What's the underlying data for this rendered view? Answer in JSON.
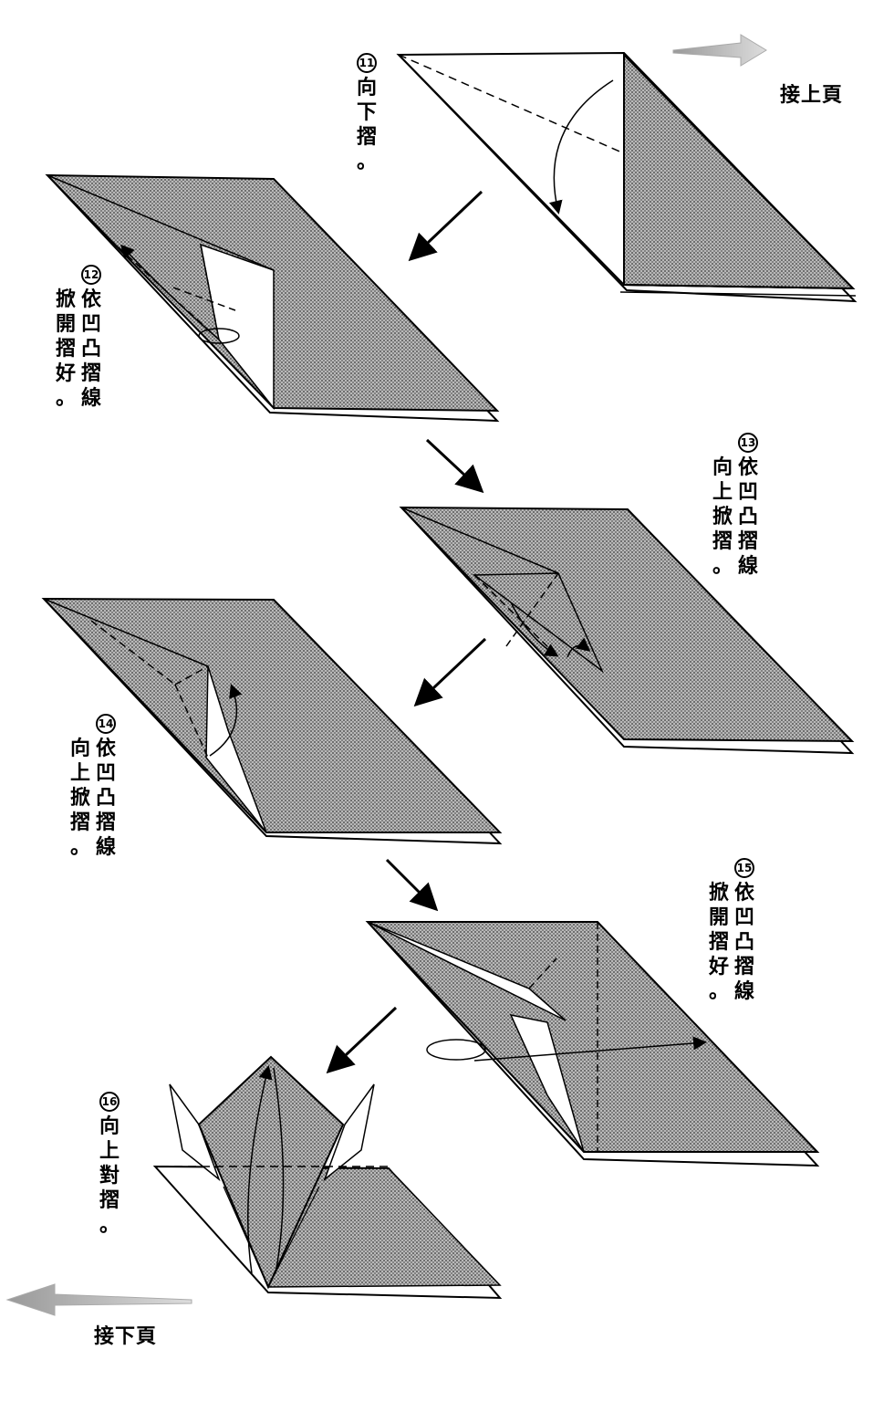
{
  "nav": {
    "continue_from": "接上頁",
    "continue_to": "接下頁"
  },
  "steps": [
    {
      "number": "11",
      "lines": [
        "向下摺。"
      ]
    },
    {
      "number": "12",
      "lines": [
        "依凹凸摺線",
        "掀開摺好。"
      ]
    },
    {
      "number": "13",
      "lines": [
        "依凹凸摺線",
        "向上掀摺。"
      ]
    },
    {
      "number": "14",
      "lines": [
        "依凹凸摺線",
        "向上掀摺。"
      ]
    },
    {
      "number": "15",
      "lines": [
        "依凹凸摺線",
        "掀開摺好。"
      ]
    },
    {
      "number": "16",
      "lines": [
        "向上對摺。"
      ]
    }
  ]
}
